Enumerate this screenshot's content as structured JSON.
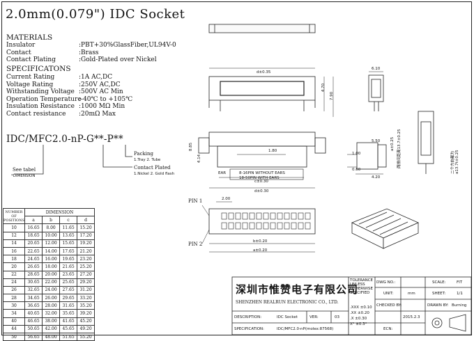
{
  "title": "2.0mm(0.079\") IDC Socket",
  "materials": {
    "heading": "MATERIALS",
    "rows": [
      {
        "label": "Insulator",
        "value": ":PBT+30%GlassFiber,UL94V-0"
      },
      {
        "label": "Contact",
        "value": ":Brass"
      },
      {
        "label": "Contact Plating",
        "value": ":Gold-Plated over Nickel"
      }
    ]
  },
  "specs": {
    "heading": "SPECIFICATONS",
    "rows": [
      {
        "label": "Current Rating",
        "value": ":1A AC,DC"
      },
      {
        "label": "Voltage Rating",
        "value": ":250V AC,DC"
      },
      {
        "label": "Withstanding Voltage",
        "value": ":500V AC Min"
      },
      {
        "label": "Operation Temperature",
        "value": ":-40℃ to +105℃"
      },
      {
        "label": "Insulation Resistance",
        "value": ":1000 MΩ Min"
      },
      {
        "label": "Contact resistance",
        "value": ":20mΩ Max"
      }
    ]
  },
  "part_code": {
    "code": "IDC/MFC2.0-nP-G**-P**",
    "packing_label": "Packing",
    "packing_options": "1.Tray 2. Tube",
    "plated_label": "Contact Plated",
    "plated_options": "1.Nickel 2. Gold flash",
    "see_label": "See tabel",
    "see_sub": "*DIMENSION"
  },
  "dimension_table": {
    "header_positions": "NUMBER OF POSITIONS",
    "header_dimension": "DIMENSION",
    "cols": [
      "a",
      "b",
      "c",
      "d"
    ],
    "rows": [
      [
        "10",
        "16.65",
        "8.00",
        "11.65",
        "15.20"
      ],
      [
        "12",
        "18.65",
        "10.00",
        "13.65",
        "17.20"
      ],
      [
        "14",
        "20.65",
        "12.00",
        "15.65",
        "19.20"
      ],
      [
        "16",
        "22.65",
        "14.00",
        "17.65",
        "21.20"
      ],
      [
        "18",
        "24.65",
        "16.00",
        "19.65",
        "23.20"
      ],
      [
        "20",
        "26.65",
        "18.00",
        "21.65",
        "25.20"
      ],
      [
        "22",
        "28.65",
        "20.00",
        "23.65",
        "27.20"
      ],
      [
        "24",
        "30.65",
        "22.00",
        "25.65",
        "29.20"
      ],
      [
        "26",
        "32.65",
        "24.00",
        "27.65",
        "31.20"
      ],
      [
        "28",
        "34.65",
        "26.00",
        "29.65",
        "33.20"
      ],
      [
        "30",
        "36.65",
        "28.00",
        "31.65",
        "35.20"
      ],
      [
        "34",
        "40.65",
        "32.00",
        "35.65",
        "39.20"
      ],
      [
        "40",
        "46.65",
        "38.00",
        "41.65",
        "45.20"
      ],
      [
        "44",
        "50.65",
        "42.00",
        "45.65",
        "49.20"
      ],
      [
        "50",
        "56.65",
        "48.00",
        "51.65",
        "55.20"
      ]
    ]
  },
  "drawing": {
    "dims": {
      "d_035": "d±0.35",
      "h_470": "4.70",
      "h_790": "7.90",
      "w_610": "6.10",
      "h_885": "8.85",
      "h_414": "4.14",
      "w_180": "1.80",
      "w_550": "5.50",
      "w_100": "1.00",
      "w_060": "0.60",
      "w_420": "4.20",
      "c_030": "c±0.30",
      "d_030": "d±0.30",
      "w_200": "2.00",
      "b_020": "b±0.20",
      "a_020": "a±0.20",
      "v_225": "a±0.25",
      "v_side": "二个方向都为a13.7t±0.25"
    },
    "note_box_1": "8-16PIN WITHOUT EARS",
    "note_box_2": "18-50PIN WITH EARS",
    "pin1": "PIN 1",
    "pin2": "PIN 2",
    "ear": "EAR",
    "chinese_side": "两排间距离13.7±0.25"
  },
  "title_block": {
    "company_cn": "深圳市惟赞电子有限公司",
    "company_en": "SHENZHEN REALRUN ELECTRONIC CO., LTD.",
    "tolerance": "TOLERANCE UNLESS OTHERWISE SPECIFIED",
    "tol_rows": [
      ".XXX ±0.10",
      ".XX ±0.20",
      ".X ±0.30",
      "X° ±0.3°"
    ],
    "dwg_no_label": "DWG NO.:",
    "dwg_no": "",
    "unit_label": "UNIT:",
    "unit": "mm",
    "checked_label": "CHECKED BY:",
    "checked": "",
    "date": "2015.2.3",
    "ecn_label": "ECN:",
    "scale_label": "SCALE:",
    "scale": "FIT",
    "sheet_label": "SHEET:",
    "sheet": "1/1",
    "drawn_label": "DRAWN BY:",
    "drawn": "Burning",
    "desc_label": "DESCRIPTION:",
    "desc": "IDC Socket",
    "ver_label": "VER:",
    "ver": "03",
    "spec_label": "SPECIFICATION:",
    "spec": "IDC/MFC2.0-nP(molex:87568)"
  }
}
